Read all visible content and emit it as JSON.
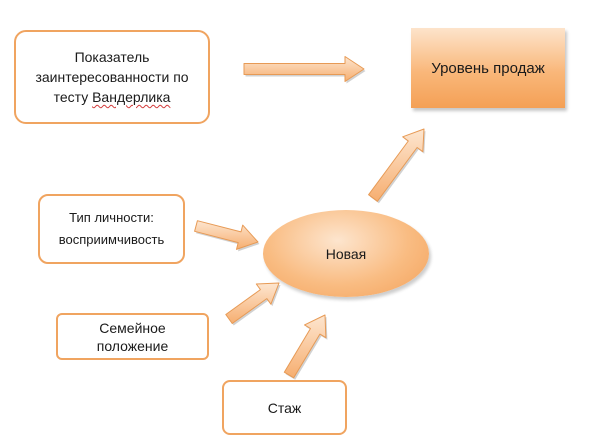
{
  "diagram": {
    "nodes": {
      "vanderlik_score": {
        "lines": [
          "Показатель",
          "заинтересованности по",
          "тесту",
          "Вандерлика"
        ]
      },
      "personality_type": {
        "lines": [
          "Тип личности:",
          "восприимчивость"
        ]
      },
      "marital_status": {
        "lines": [
          "Семейное",
          "положение"
        ]
      },
      "experience": {
        "label": "Стаж"
      },
      "new_node": {
        "label": "Новая"
      },
      "sales_level": {
        "label": "Уровень продаж"
      }
    },
    "edges": [
      {
        "from": "vanderlik_score",
        "to": "sales_level"
      },
      {
        "from": "personality_type",
        "to": "new_node"
      },
      {
        "from": "marital_status",
        "to": "new_node"
      },
      {
        "from": "experience",
        "to": "new_node"
      },
      {
        "from": "new_node",
        "to": "sales_level"
      }
    ],
    "colors": {
      "box_border": "#f0a460",
      "arrow_fill_light": "#fde6d0",
      "arrow_fill_dark": "#f6ae70",
      "node_fill": "#f9b77a",
      "spellcheck_underline": "#d23a3a"
    }
  }
}
